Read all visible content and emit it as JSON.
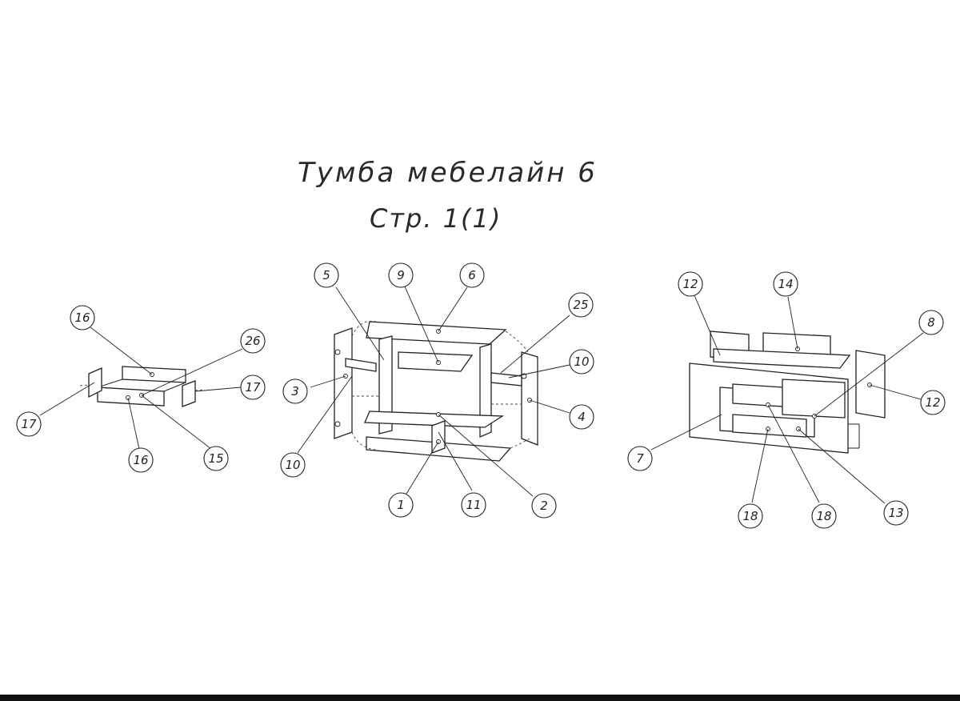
{
  "header": {
    "title": "Тумба мебелайн 6",
    "subtitle": "Стр. 1(1)"
  },
  "callouts": {
    "drawer_assembly": [
      "16",
      "26",
      "17",
      "17",
      "16",
      "15"
    ],
    "cabinet_body": [
      "5",
      "9",
      "6",
      "25",
      "10",
      "3",
      "4",
      "10",
      "1",
      "11",
      "2"
    ],
    "door_assembly": [
      "12",
      "14",
      "8",
      "12",
      "7",
      "18",
      "18",
      "13"
    ]
  }
}
